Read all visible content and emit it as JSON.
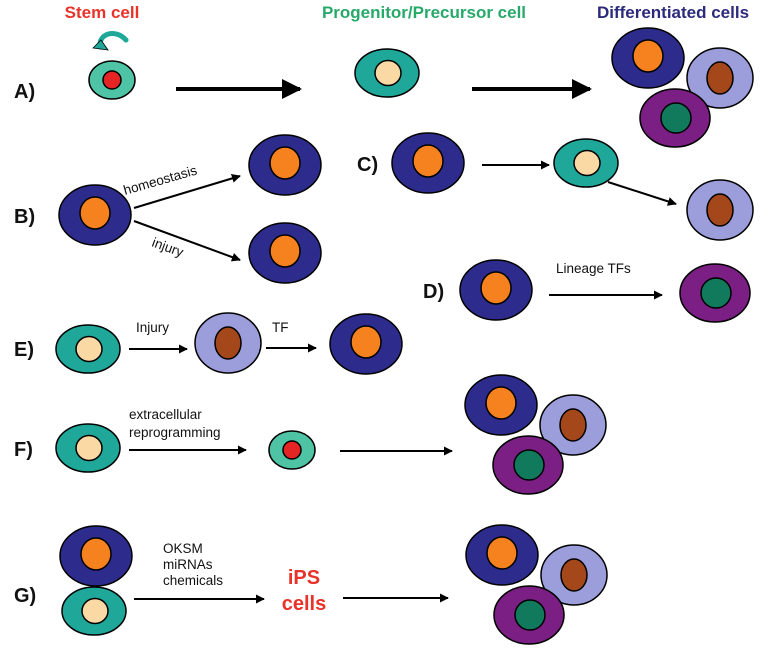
{
  "headers": {
    "stem": "Stem cell",
    "progenitor": "Progenitor/Precursor cell",
    "differentiated": "Differentiated cells"
  },
  "rows": {
    "a": "A)",
    "b": "B)",
    "c": "C)",
    "d": "D)",
    "e": "E)",
    "f": "F)",
    "g": "G)"
  },
  "labels": {
    "homeostasis": "homeostasis",
    "injury_b": "injury",
    "lineage_tfs": "Lineage TFs",
    "injury_e": "Injury",
    "tf": "TF",
    "extracellular": "extracellular",
    "reprogramming": "reprogramming",
    "oksm": "OKSM",
    "mirnas": "miRNAs",
    "chemicals": "chemicals",
    "ips": "iPS",
    "ips_cells": "cells"
  },
  "colors": {
    "stem_label": "#e8322a",
    "progenitor_label": "#27a96a",
    "differentiated_label": "#2c2a7c",
    "dark_blue_cell": "#2d2c8c",
    "orange_nucleus": "#f5821f",
    "teal_cell": "#1fa89a",
    "pale_nucleus": "#fbd9a4",
    "light_teal_cell": "#4ec4a4",
    "red_nucleus": "#e52424",
    "lavender_cell": "#9c9ddb",
    "brown_nucleus": "#a4481c",
    "purple_cell": "#7b1f84",
    "green_nucleus": "#127a5c",
    "ips_text": "#e8322a"
  }
}
